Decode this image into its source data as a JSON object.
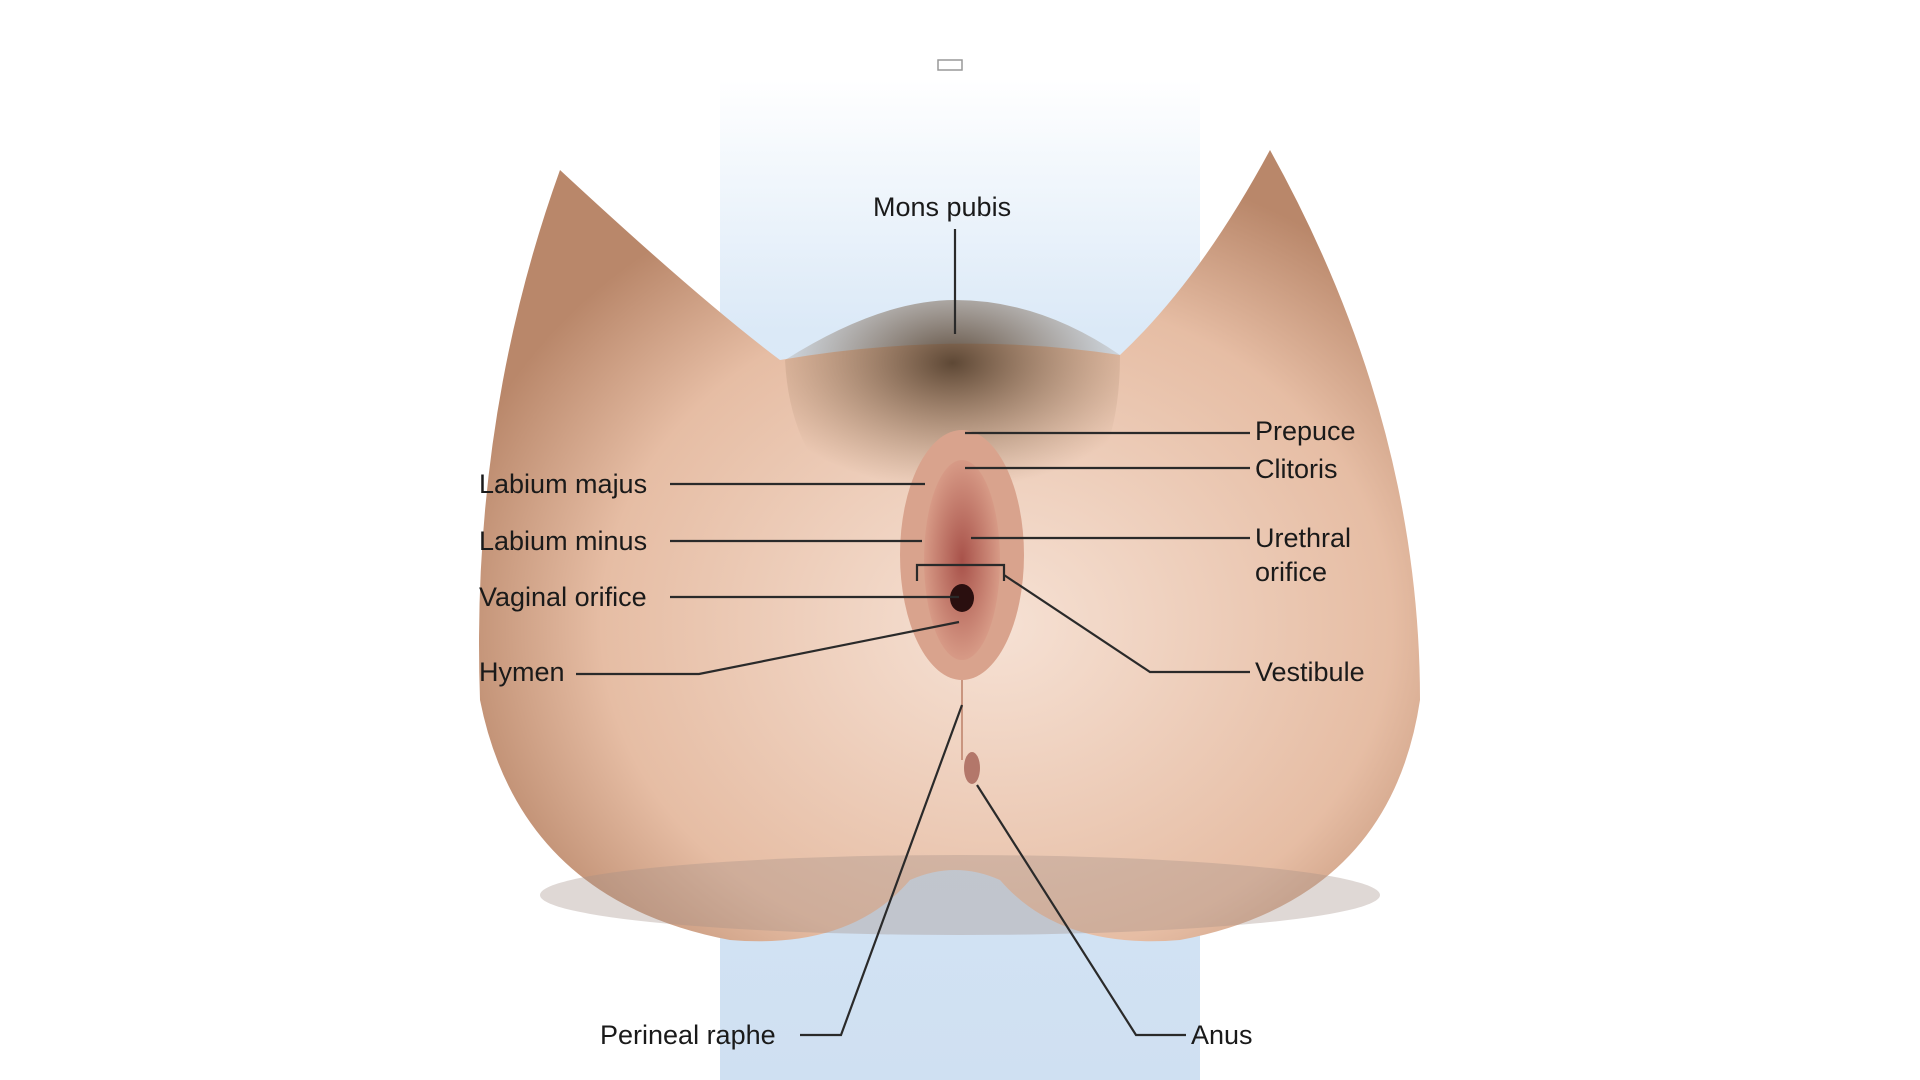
{
  "diagram": {
    "labels": {
      "mons_pubis": "Mons pubis",
      "prepuce": "Prepuce",
      "clitoris": "Clitoris",
      "urethral_orifice_line1": "Urethral",
      "urethral_orifice_line2": "orifice",
      "vestibule": "Vestibule",
      "labium_majus": "Labium majus",
      "labium_minus": "Labium minus",
      "vaginal_orifice": "Vaginal orifice",
      "hymen": "Hymen",
      "perineal_raphe": "Perineal raphe",
      "anus": "Anus"
    },
    "colors": {
      "background_blue": "#d6e6f5",
      "skin": "#e8c2ab",
      "skin_shadow": "#b88468",
      "hair": "#5a4632",
      "label_text": "#1a1a1a"
    }
  }
}
